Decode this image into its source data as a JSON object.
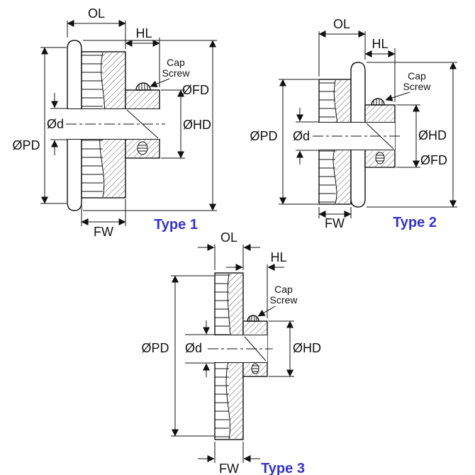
{
  "page": {
    "background": "#ffffff"
  },
  "colors": {
    "line": "#111111",
    "type_label": "#3333cc"
  },
  "drawings": [
    {
      "name": "type1",
      "type_label": "Type 1",
      "labels": {
        "ol": "OL",
        "hl": "HL",
        "cap_screw": [
          "Cap",
          "Screw"
        ],
        "fd": "ØFD",
        "hd": "ØHD",
        "pd": "ØPD",
        "bore": "Ød",
        "fw": "FW"
      }
    },
    {
      "name": "type2",
      "type_label": "Type 2",
      "labels": {
        "ol": "OL",
        "hl": "HL",
        "cap_screw": [
          "Cap",
          "Screw"
        ],
        "fd": "ØFD",
        "hd": "ØHD",
        "pd": "ØPD",
        "bore": "Ød",
        "fw": "FW"
      }
    },
    {
      "name": "type3",
      "type_label": "Type 3",
      "labels": {
        "ol": "OL",
        "hl": "HL",
        "cap_screw": [
          "Cap",
          "Screw"
        ],
        "hd": "ØHD",
        "pd": "ØPD",
        "bore": "Ød",
        "fw": "FW"
      }
    }
  ]
}
